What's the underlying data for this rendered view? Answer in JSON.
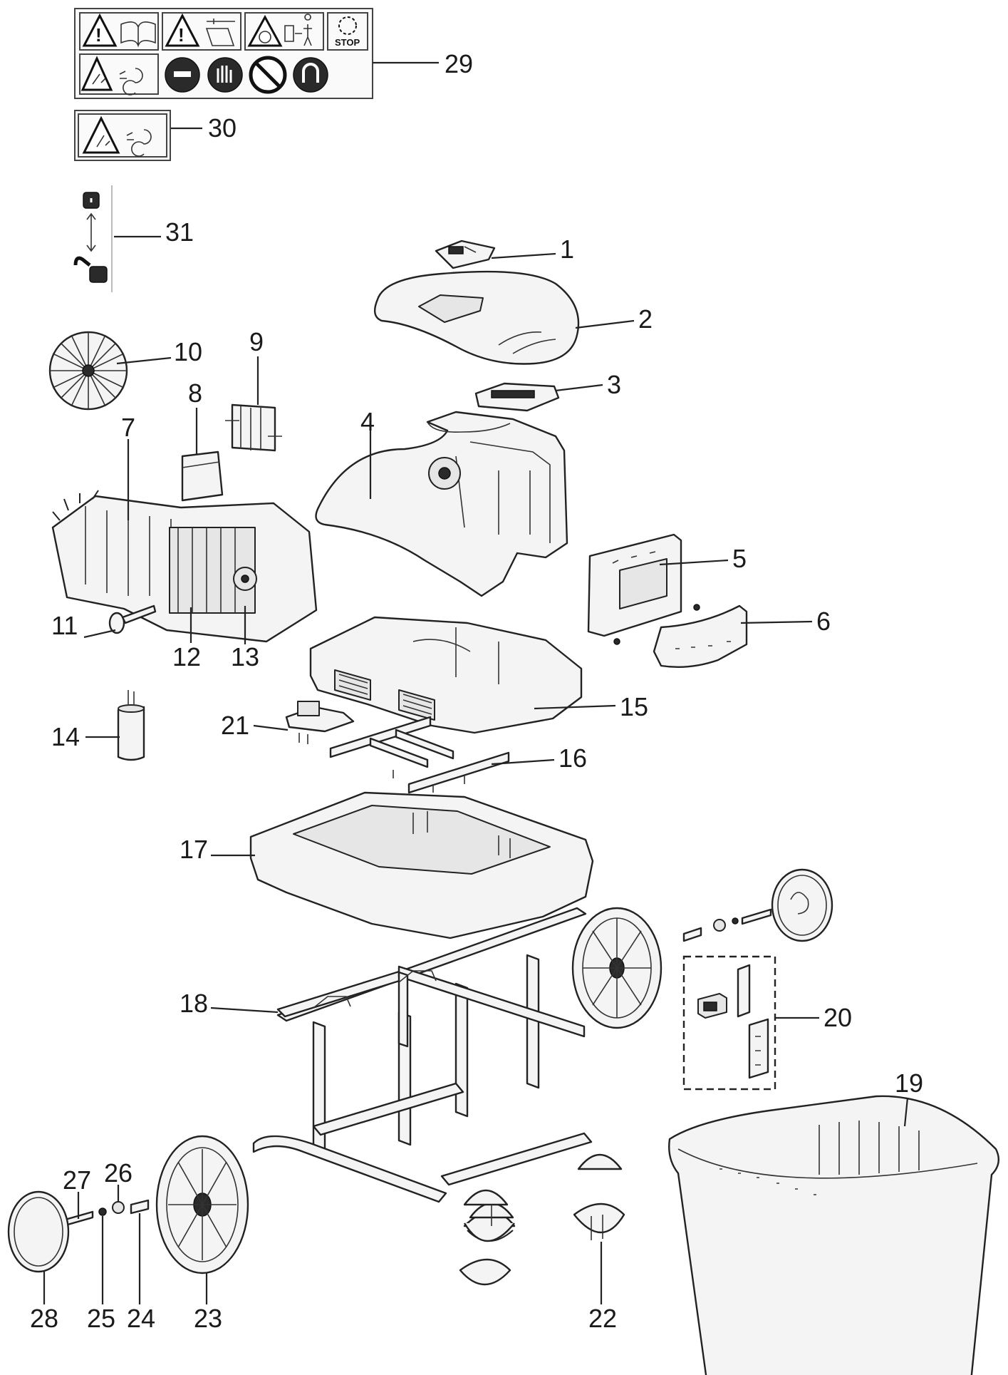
{
  "callouts": [
    {
      "id": "1",
      "text": "1"
    },
    {
      "id": "2",
      "text": "2"
    },
    {
      "id": "3",
      "text": "3"
    },
    {
      "id": "4",
      "text": "4"
    },
    {
      "id": "5",
      "text": "5"
    },
    {
      "id": "6",
      "text": "6"
    },
    {
      "id": "7",
      "text": "7"
    },
    {
      "id": "8",
      "text": "8"
    },
    {
      "id": "9",
      "text": "9"
    },
    {
      "id": "10",
      "text": "10"
    },
    {
      "id": "11",
      "text": "11"
    },
    {
      "id": "12",
      "text": "12"
    },
    {
      "id": "13",
      "text": "13"
    },
    {
      "id": "14",
      "text": "14"
    },
    {
      "id": "15",
      "text": "15"
    },
    {
      "id": "16",
      "text": "16"
    },
    {
      "id": "17",
      "text": "17"
    },
    {
      "id": "18",
      "text": "18"
    },
    {
      "id": "19",
      "text": "19"
    },
    {
      "id": "20",
      "text": "20"
    },
    {
      "id": "21",
      "text": "21"
    },
    {
      "id": "22",
      "text": "22"
    },
    {
      "id": "23",
      "text": "23"
    },
    {
      "id": "24",
      "text": "24"
    },
    {
      "id": "25",
      "text": "25"
    },
    {
      "id": "26",
      "text": "26"
    },
    {
      "id": "27",
      "text": "27"
    },
    {
      "id": "28",
      "text": "28"
    },
    {
      "id": "29",
      "text": "29"
    },
    {
      "id": "30",
      "text": "30"
    },
    {
      "id": "31",
      "text": "31"
    }
  ],
  "labels": {
    "stop": "STOP"
  },
  "icons": {
    "warning": "warning-triangle-icon",
    "manual": "read-manual-icon",
    "safety_distance": "keep-distance-icon",
    "stop": "stop-blades-icon",
    "helmet": "wear-face-protection-icon",
    "gloves": "wear-gloves-icon",
    "no_rain": "no-rain-icon",
    "ear": "wear-ear-protection-icon",
    "lock": "lock-icon",
    "unlock": "unlock-icon"
  },
  "colors": {
    "line": "#222222",
    "fill": "#f4f4f4",
    "background": "#ffffff"
  }
}
